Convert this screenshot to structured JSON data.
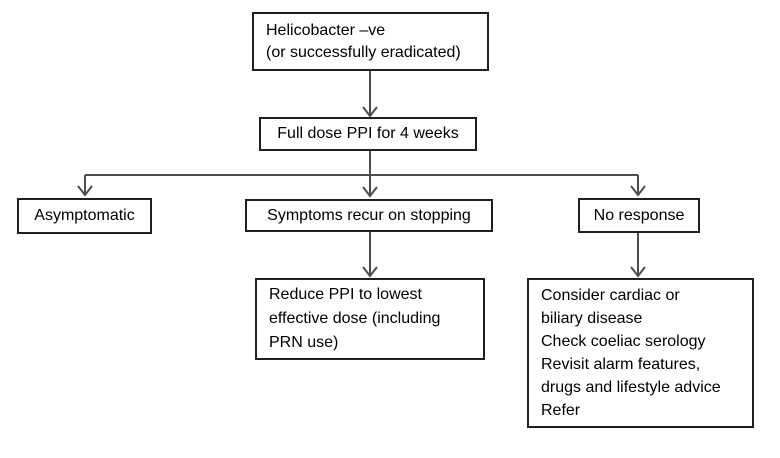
{
  "colors": {
    "background": "#ffffff",
    "box_border": "#1f1f1f",
    "connector_line": "#4d4d4d",
    "text": "#000000"
  },
  "nodes": {
    "helicobacter": {
      "text": "Helicobacter –ve\n(or successfully eradicated)"
    },
    "full_dose_ppi": {
      "text": "Full dose PPI for 4 weeks"
    },
    "asymptomatic": {
      "text": "Asymptomatic"
    },
    "symptoms_recur": {
      "text": "Symptoms recur on stopping"
    },
    "no_response": {
      "text": "No response"
    },
    "reduce_ppi": {
      "text": "Reduce PPI to lowest\neffective dose (including\nPRN use)"
    },
    "no_response_actions": {
      "text": "Consider cardiac or\nbiliary disease\nCheck coeliac serology\nRevisit alarm features,\ndrugs and lifestyle advice\nRefer"
    }
  },
  "edges": [
    {
      "from": "helicobacter",
      "to": "full_dose_ppi"
    },
    {
      "from": "full_dose_ppi",
      "to": "asymptomatic"
    },
    {
      "from": "full_dose_ppi",
      "to": "symptoms_recur"
    },
    {
      "from": "full_dose_ppi",
      "to": "no_response"
    },
    {
      "from": "symptoms_recur",
      "to": "reduce_ppi"
    },
    {
      "from": "no_response",
      "to": "no_response_actions"
    }
  ]
}
